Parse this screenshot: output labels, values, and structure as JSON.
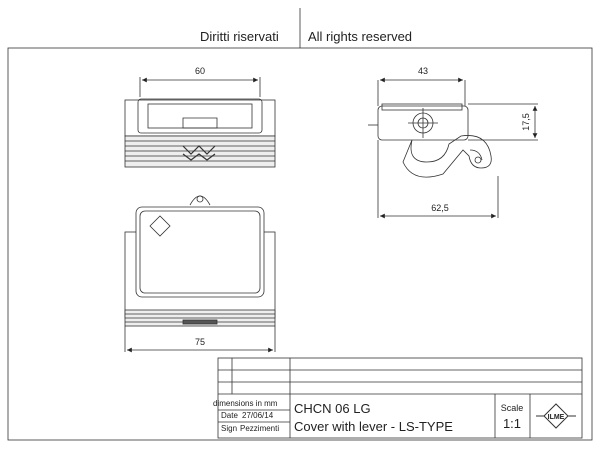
{
  "header": {
    "rights_it": "Diritti riservati",
    "rights_en": "All rights reserved"
  },
  "dimensions": {
    "front_width": "60",
    "side_width": "43",
    "side_height": "17,5",
    "side_length": "62,5",
    "top_width": "75"
  },
  "title_block": {
    "units_label": "dimensions in mm",
    "date_label": "Date",
    "date_value": "27/06/14",
    "sign_label": "Sign",
    "pieces_label": "Pezzimenti",
    "code": "CHCN 06 LG",
    "description": "Cover with lever - LS-TYPE",
    "scale_label": "Scale",
    "scale_value": "1:1",
    "logo_text": "ILME"
  }
}
